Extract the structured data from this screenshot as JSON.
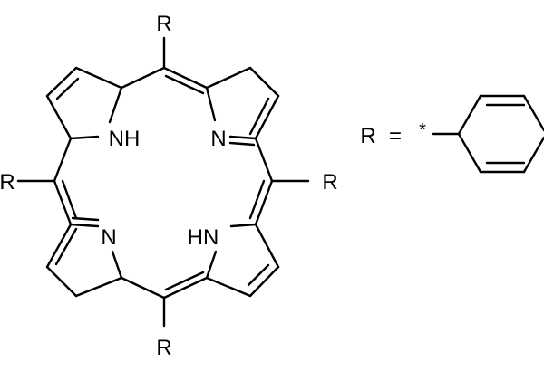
{
  "structure": {
    "substituent": "R",
    "nitrogen": "N",
    "nh_left": "NH",
    "nh_right": "HN"
  },
  "definition": {
    "lhs": "R",
    "equals": "=",
    "attachment": "*"
  }
}
